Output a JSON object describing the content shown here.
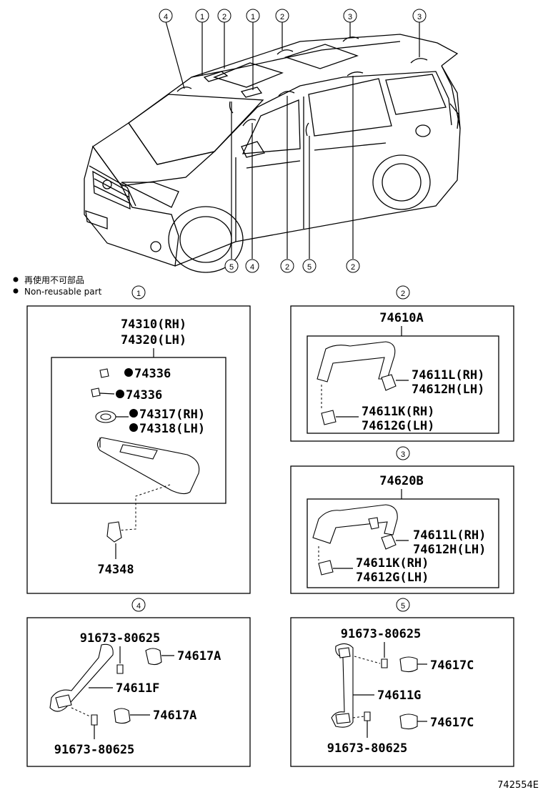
{
  "callouts": {
    "c1": "1",
    "c2": "2",
    "c3": "3",
    "c4": "4",
    "c5": "5"
  },
  "legend": {
    "jp": "再使用不可部品",
    "en": "Non-reusable part"
  },
  "box1": {
    "assy_rh": "74310(RH)",
    "assy_lh": "74320(LH)",
    "p1": "74336",
    "p2": "74336",
    "p3": "74317(RH)",
    "p4": "74318(LH)",
    "p5": "74348"
  },
  "box2": {
    "assy": "74610A",
    "a1": "74611L(RH)",
    "a2": "74612H(LH)",
    "b1": "74611K(RH)",
    "b2": "74612G(LH)"
  },
  "box3": {
    "assy": "74620B",
    "a1": "74611L(RH)",
    "a2": "74612H(LH)",
    "b1": "74611K(RH)",
    "b2": "74612G(LH)"
  },
  "box4": {
    "screw_top": "91673-80625",
    "cap_top": "74617A",
    "grip": "74611F",
    "cap_bottom": "74617A",
    "screw_bottom": "91673-80625"
  },
  "box5": {
    "screw_top": "91673-80625",
    "cap_top": "74617C",
    "grip": "74611G",
    "cap_bottom": "74617C",
    "screw_bottom": "91673-80625"
  },
  "figure_id": "742554E"
}
